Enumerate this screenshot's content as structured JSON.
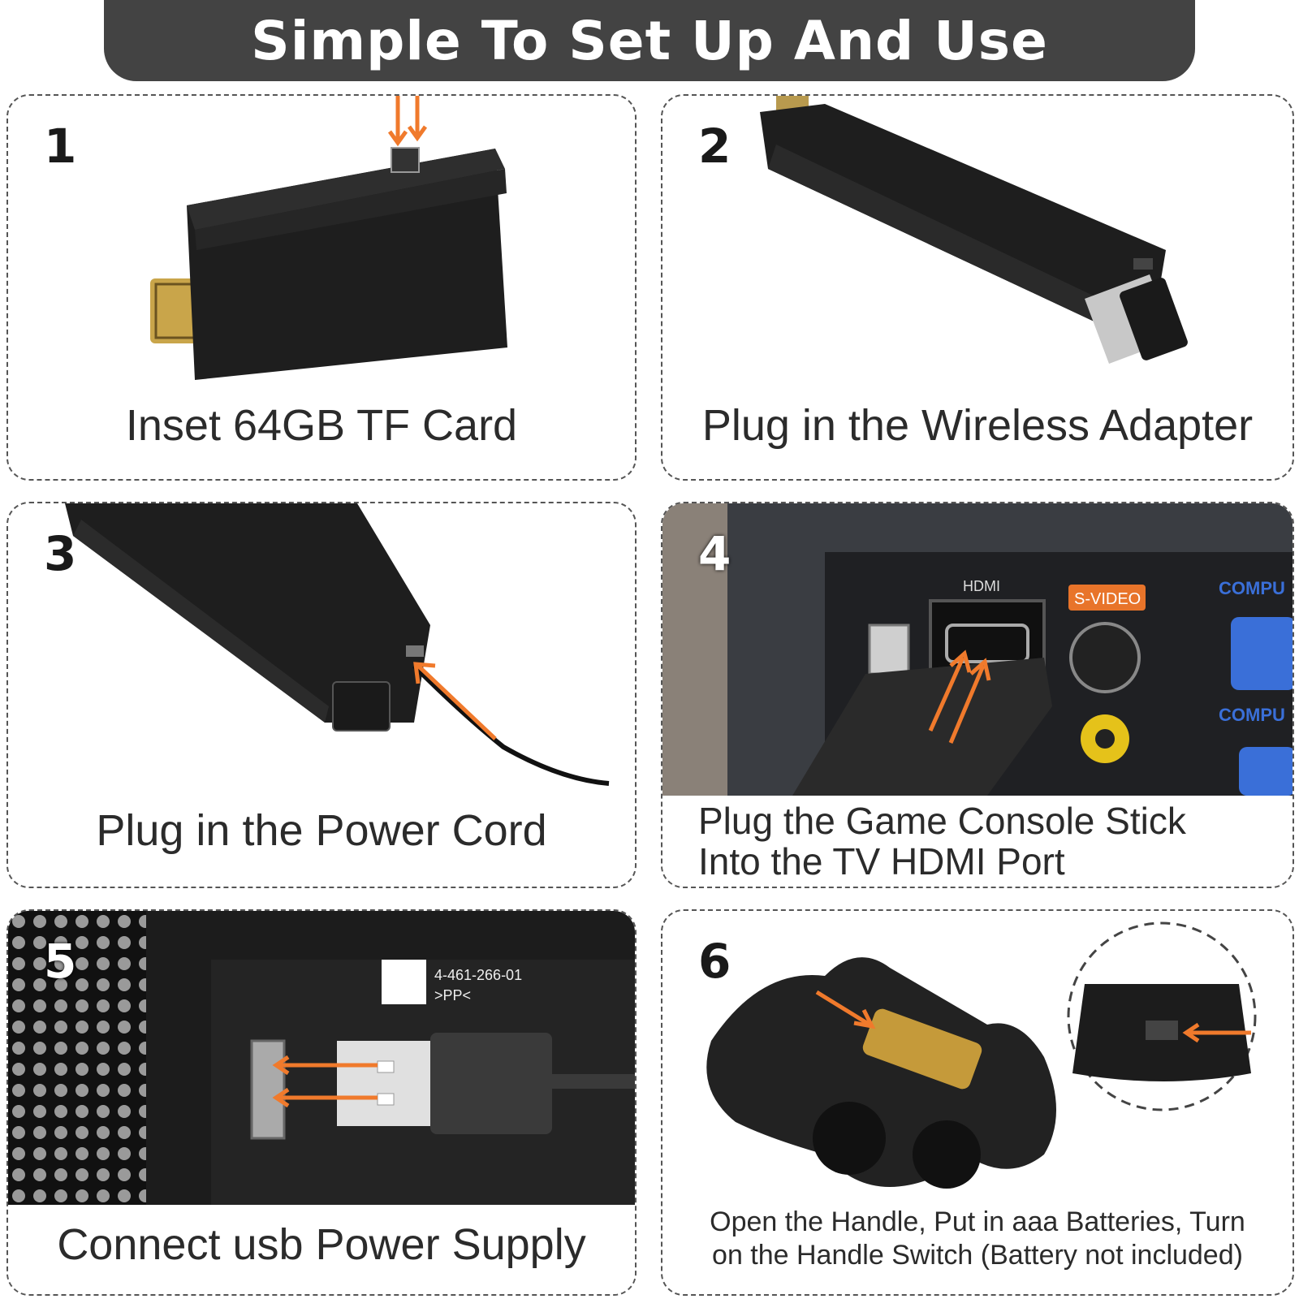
{
  "banner": {
    "title": "Simple To Set Up And Use"
  },
  "steps": [
    {
      "number": "1",
      "caption": "Inset 64GB TF Card"
    },
    {
      "number": "2",
      "caption": "Plug in the Wireless Adapter"
    },
    {
      "number": "3",
      "caption": "Plug in the Power Cord"
    },
    {
      "number": "4",
      "caption_line1": "Plug the Game Console Stick",
      "caption_line2": "Into the TV HDMI Port",
      "port_labels": {
        "hdmi": "HDMI",
        "svideo": "S-VIDEO",
        "comp1": "COMPU",
        "comp2": "COMPU"
      }
    },
    {
      "number": "5",
      "caption": "Connect usb Power Supply",
      "label_text": {
        "line1": "4-461-266-01",
        "line2": ">PP<"
      }
    },
    {
      "number": "6",
      "caption_line1": "Open the Handle, Put in aaa Batteries, Turn",
      "caption_line2": "on the Handle Switch (Battery not included)"
    }
  ],
  "colors": {
    "banner": "#434343",
    "arrow": "#f07a2c",
    "device": "#1e1e1e",
    "svideo": "#e8742a",
    "comp": "#3a6fd8"
  }
}
